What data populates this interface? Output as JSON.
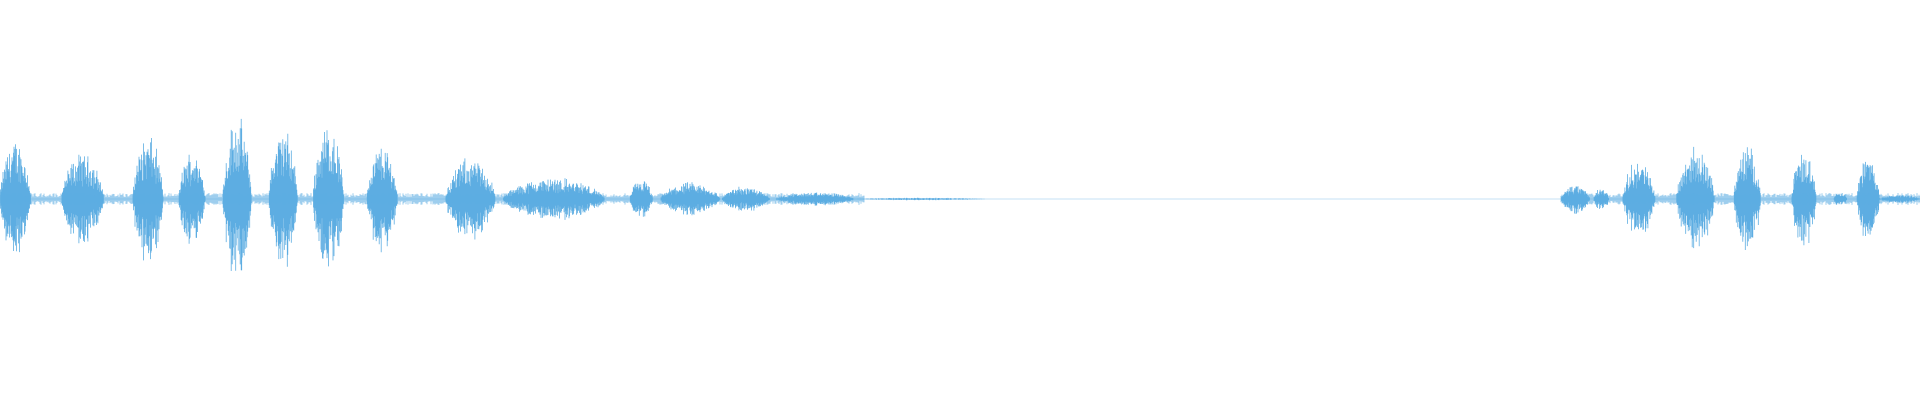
{
  "waveform": {
    "color": "#5dade2",
    "background": "#ffffff",
    "segments": [
      {
        "name": "burst-1",
        "start": 0.0,
        "end": 0.016,
        "amplitude": 0.72
      },
      {
        "name": "burst-2",
        "start": 0.032,
        "end": 0.054,
        "amplitude": 0.55
      },
      {
        "name": "burst-3",
        "start": 0.069,
        "end": 0.085,
        "amplitude": 0.78
      },
      {
        "name": "burst-4",
        "start": 0.093,
        "end": 0.107,
        "amplitude": 0.58
      },
      {
        "name": "burst-5",
        "start": 0.116,
        "end": 0.131,
        "amplitude": 1.0
      },
      {
        "name": "burst-6",
        "start": 0.14,
        "end": 0.155,
        "amplitude": 0.86
      },
      {
        "name": "burst-7",
        "start": 0.163,
        "end": 0.179,
        "amplitude": 0.92
      },
      {
        "name": "burst-8",
        "start": 0.191,
        "end": 0.207,
        "amplitude": 0.66
      },
      {
        "name": "burst-9",
        "start": 0.232,
        "end": 0.258,
        "amplitude": 0.5
      },
      {
        "name": "tail-1",
        "start": 0.262,
        "end": 0.315,
        "amplitude": 0.26
      },
      {
        "name": "tail-2",
        "start": 0.328,
        "end": 0.34,
        "amplitude": 0.24
      },
      {
        "name": "tail-3",
        "start": 0.344,
        "end": 0.375,
        "amplitude": 0.2
      },
      {
        "name": "tail-4",
        "start": 0.376,
        "end": 0.401,
        "amplitude": 0.16
      },
      {
        "name": "tail-5",
        "start": 0.404,
        "end": 0.445,
        "amplitude": 0.08
      },
      {
        "name": "fade-1",
        "start": 0.445,
        "end": 0.513,
        "amplitude": 0.015
      },
      {
        "name": "burst-10",
        "start": 0.813,
        "end": 0.828,
        "amplitude": 0.18
      },
      {
        "name": "burst-11",
        "start": 0.83,
        "end": 0.838,
        "amplitude": 0.14
      },
      {
        "name": "burst-12",
        "start": 0.845,
        "end": 0.862,
        "amplitude": 0.47
      },
      {
        "name": "burst-13",
        "start": 0.873,
        "end": 0.893,
        "amplitude": 0.62
      },
      {
        "name": "burst-14",
        "start": 0.903,
        "end": 0.917,
        "amplitude": 0.66
      },
      {
        "name": "burst-15",
        "start": 0.933,
        "end": 0.946,
        "amplitude": 0.58
      },
      {
        "name": "burst-16",
        "start": 0.955,
        "end": 0.962,
        "amplitude": 0.1
      },
      {
        "name": "burst-17",
        "start": 0.967,
        "end": 0.979,
        "amplitude": 0.54
      },
      {
        "name": "tail-6",
        "start": 0.979,
        "end": 1.0,
        "amplitude": 0.05
      }
    ]
  }
}
